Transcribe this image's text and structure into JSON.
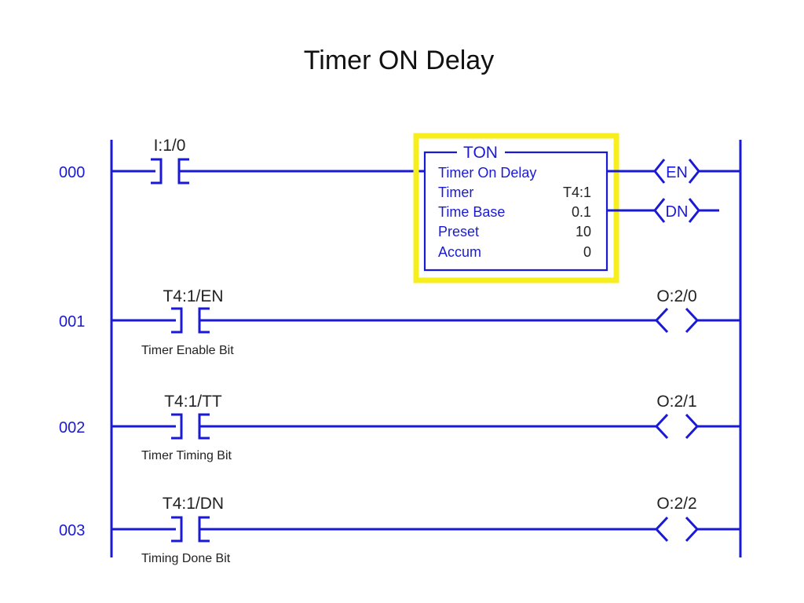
{
  "title": "Timer ON Delay",
  "rungs": [
    {
      "number": "000",
      "contact_address": "I:1/0",
      "description": ""
    },
    {
      "number": "001",
      "contact_address": "T4:1/EN",
      "description": "Timer Enable Bit",
      "coil_address": "O:2/0"
    },
    {
      "number": "002",
      "contact_address": "T4:1/TT",
      "description": "Timer Timing Bit",
      "coil_address": "O:2/1"
    },
    {
      "number": "003",
      "contact_address": "T4:1/DN",
      "description": "Timing Done Bit",
      "coil_address": "O:2/2"
    }
  ],
  "ton_block": {
    "header": "TON",
    "name": "Timer On Delay",
    "rows": [
      {
        "label": "Timer",
        "value": "T4:1"
      },
      {
        "label": "Time Base",
        "value": "0.1"
      },
      {
        "label": "Preset",
        "value": "10"
      },
      {
        "label": "Accum",
        "value": "0"
      }
    ],
    "outputs": [
      "EN",
      "DN"
    ],
    "highlight_color": "#f7ee1e"
  },
  "colors": {
    "wire": "#1a1ad6",
    "highlight": "#f7ee1e"
  }
}
